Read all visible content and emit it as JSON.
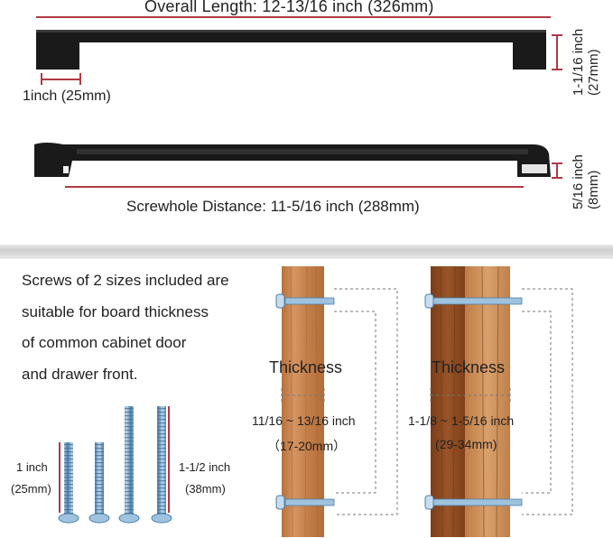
{
  "top": {
    "overall_length": "Overall Length: 12-13/16 inch (326mm)",
    "height_in": "1-1/16 inch",
    "height_mm": "(27mm)",
    "foot_len": "1inch (25mm)",
    "depth_in": "5/16 inch",
    "depth_mm": "(8mm)",
    "screwhole": "Screwhole Distance: 11-5/16 inch (288mm)"
  },
  "bottom": {
    "desc_lines": [
      "Screws of 2 sizes included are",
      "suitable for board thickness",
      "of common cabinet door",
      "and drawer front."
    ],
    "short_size": "1 inch",
    "short_mm": "(25mm)",
    "long_size": "1-1/2 inch",
    "long_mm": "(38mm)",
    "board1": {
      "thickness_label": "Thickness",
      "range": "11/16 ~ 13/16 inch",
      "range_mm": "（17-20mm）"
    },
    "board2": {
      "thickness_label": "Thickness",
      "range": "1-1/8 ~ 1-5/16 inch",
      "range_mm": "(29-34mm)"
    }
  },
  "colors": {
    "handle": "#1a1a1a",
    "dimension_line": "#b03a44",
    "wood_light": "#c98a55",
    "wood_dark": "#8a4a22",
    "screw": "#7aa8cc"
  }
}
